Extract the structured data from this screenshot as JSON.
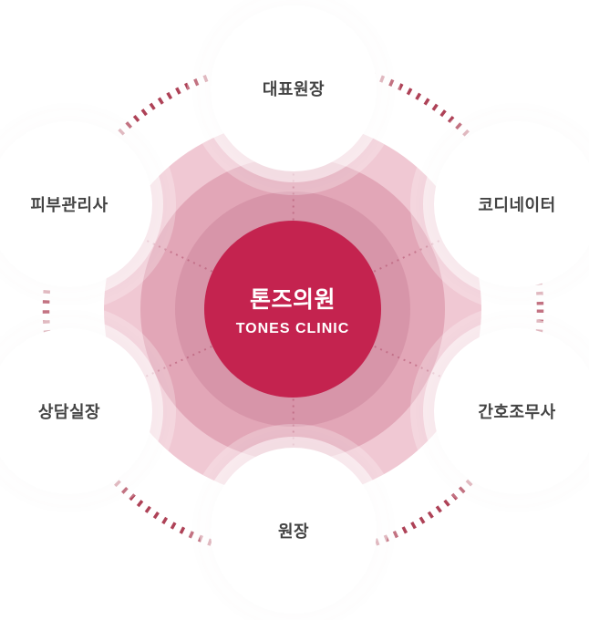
{
  "diagram": {
    "center": {
      "title": "톤즈의원",
      "subtitle": "TONES CLINIC"
    },
    "nodes": [
      {
        "id": "top",
        "label": "대표원장"
      },
      {
        "id": "top-right",
        "label": "코디네이터"
      },
      {
        "id": "bottom-right",
        "label": "간호조무사"
      },
      {
        "id": "bottom",
        "label": "원장"
      },
      {
        "id": "bottom-left",
        "label": "상담실장"
      },
      {
        "id": "top-left",
        "label": "피부관리사"
      }
    ],
    "colors": {
      "center_circle": "#c4234f",
      "ring_outer": "#f0c8d3",
      "ring_mid": "#e2a6b7",
      "ring_inner": "#d795a9",
      "dashed_arc": "#a52e45",
      "dotted_line": "#b85c77",
      "node_label_text": "#434343",
      "center_text": "#ffffff"
    }
  }
}
